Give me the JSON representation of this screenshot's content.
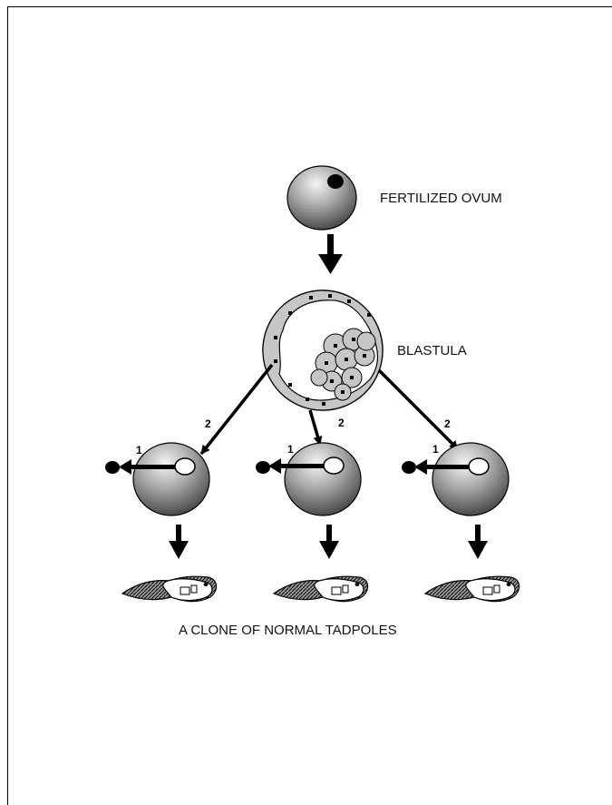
{
  "labels": {
    "fertilized_ovum": "FERTILIZED OVUM",
    "blastula": "BLASTULA",
    "clone_caption": "A CLONE OF NORMAL TADPOLES"
  },
  "step_numbers": {
    "step1": "1",
    "step2": "2"
  },
  "colors": {
    "ink": "#000000",
    "sphere_light": "#f4f4f4",
    "sphere_dark": "#3c3c3c",
    "cell_fill": "#c6c6c6"
  }
}
